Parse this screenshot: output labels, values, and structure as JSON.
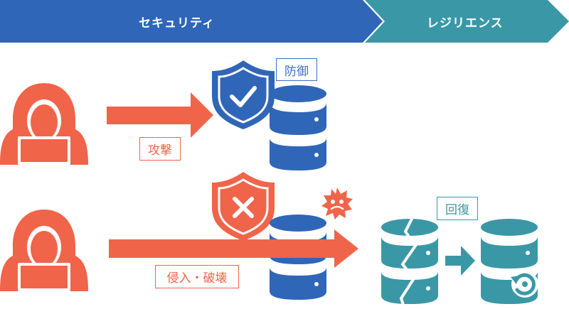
{
  "banner": {
    "security_label": "セキュリティ",
    "resilience_label": "レジリエンス"
  },
  "labels": {
    "defense": "防御",
    "attack": "攻撃",
    "intrusion": "侵入・破壊",
    "recovery": "回復"
  },
  "colors": {
    "security_blue": "#2f66b8",
    "resilience_teal": "#3a98a6",
    "threat_red": "#f0644a",
    "text_blue": "#3a6fc0"
  }
}
